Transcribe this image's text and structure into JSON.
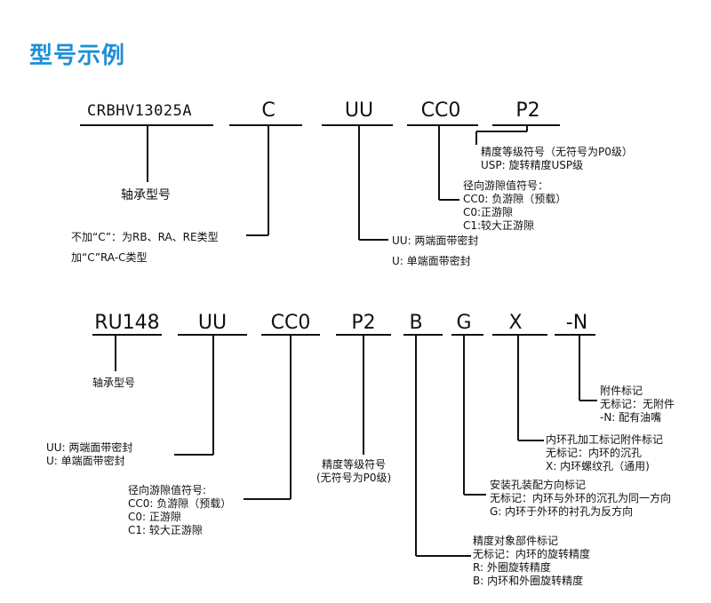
{
  "title": "型号示例",
  "example1": {
    "codes": [
      "CRBHV13025A",
      "C",
      "UU",
      "CC0",
      "P2"
    ],
    "bearing_type": "轴承型号",
    "c_suffix": [
      "不加“C”：为RB、RA、RE类型",
      "加“C”RA-C类型"
    ],
    "seal": [
      "UU: 两端面带密封",
      "U: 单端面带密封"
    ],
    "clearance": [
      "径向游隙值符号：",
      "CC0: 负游隙（预载）",
      "C0:正游隙",
      "C1:较大正游隙"
    ],
    "precision": [
      "精度等级符号（无符号为P0级）",
      "USP: 旋转精度USP级"
    ]
  },
  "example2": {
    "codes": [
      "RU148",
      "UU",
      "CC0",
      "P2",
      "B",
      "G",
      "X",
      "-N"
    ],
    "bearing_type": "轴承型号",
    "seal": [
      "UU: 两端面带密封",
      "U: 单端面带密封"
    ],
    "clearance": [
      "径向游隙值符号:",
      "CC0: 负游隙（预载）",
      "C0: 正游隙",
      "C1: 较大正游隙"
    ],
    "precision": [
      "精度等级符号",
      "(无符号为P0级)"
    ],
    "precision_object": [
      "精度对象部件标记",
      "无标记：内环的旋转精度",
      "R: 外圈旋转精度",
      "B: 内环和外圈旋转精度"
    ],
    "mounting_direction": [
      "安装孔装配方向标记",
      "无标记：内环与外环的沉孔为同一方向",
      "G: 内环于外环的衬孔为反方向"
    ],
    "inner_hole": [
      "内环孔加工标记附件标记",
      "无标记：内环的沉孔",
      "X: 内环螺纹孔（通用)"
    ],
    "accessory": [
      "附件标记",
      "无标记：无附件",
      "-N: 配有油嘴"
    ]
  },
  "colors": {
    "title": "#1e8fd6",
    "line": "#111111",
    "text": "#111111"
  }
}
